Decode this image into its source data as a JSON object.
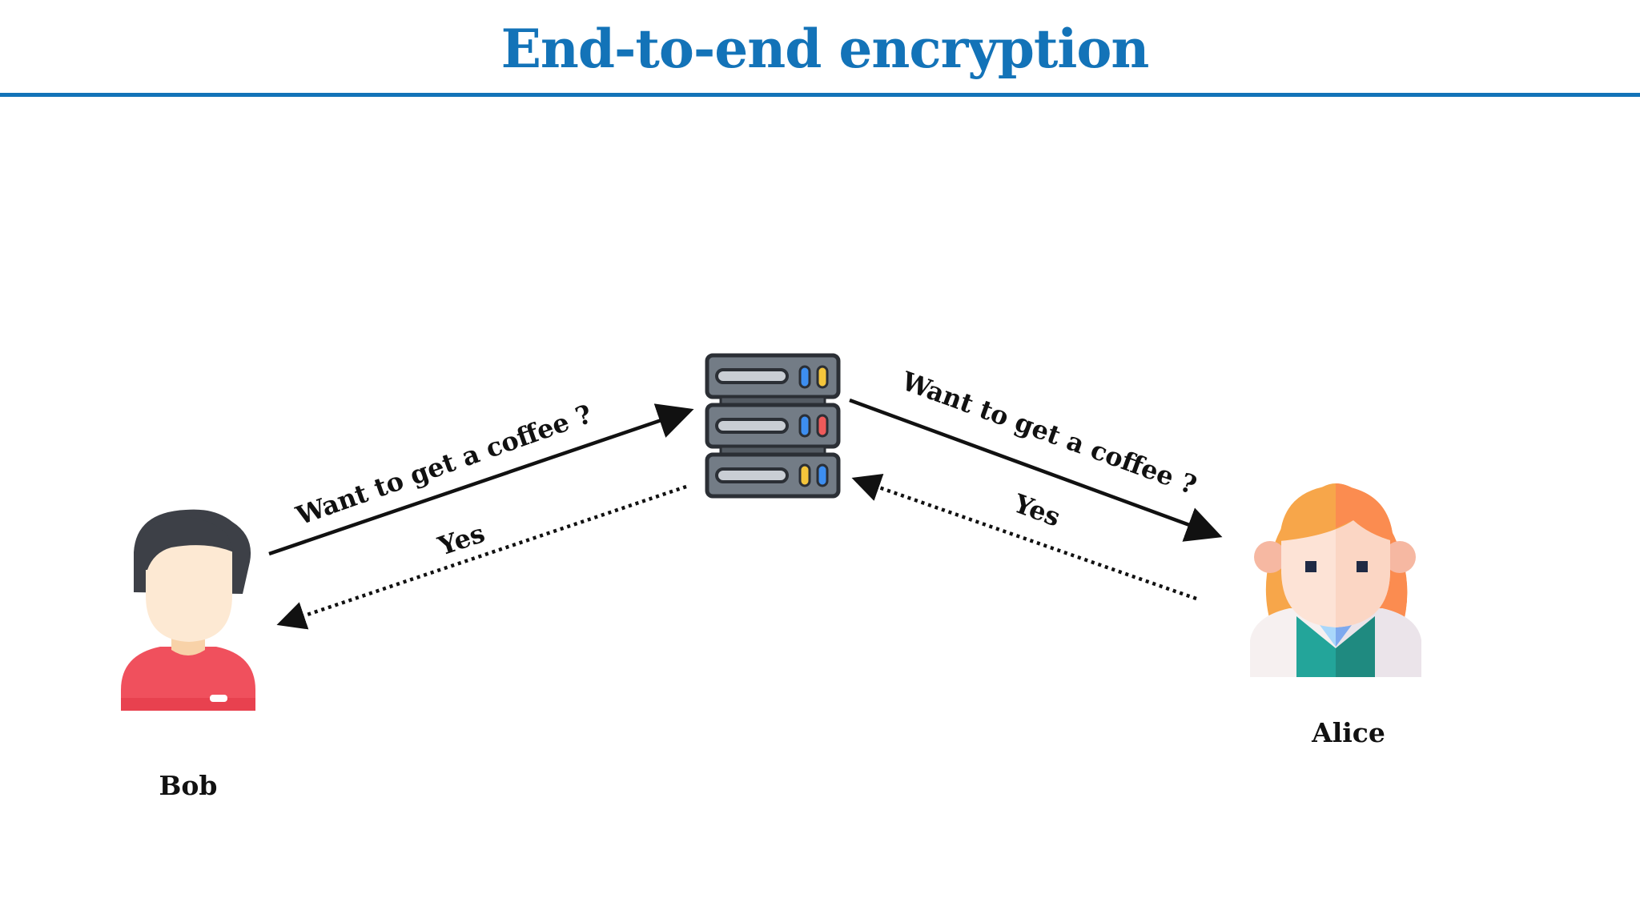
{
  "title": "End-to-end encryption",
  "participants": {
    "sender": {
      "name": "Bob",
      "icon": "man-avatar-icon",
      "shirt_color": "#f0505d",
      "hair_color": "#3d4047"
    },
    "receiver": {
      "name": "Alice",
      "icon": "woman-avatar-icon",
      "hair_color": "#f7a64a",
      "vest_color": "#23a59a"
    },
    "server": {
      "icon": "server-rack-icon",
      "color": "#6b7580"
    }
  },
  "messages": {
    "bob_to_server": "Want to get a coffee ?",
    "server_to_alice": "Want to get a coffee ?",
    "alice_to_server": "Yes",
    "server_to_bob": "Yes"
  },
  "colors": {
    "accent": "#1373b8",
    "arrow": "#111111"
  }
}
